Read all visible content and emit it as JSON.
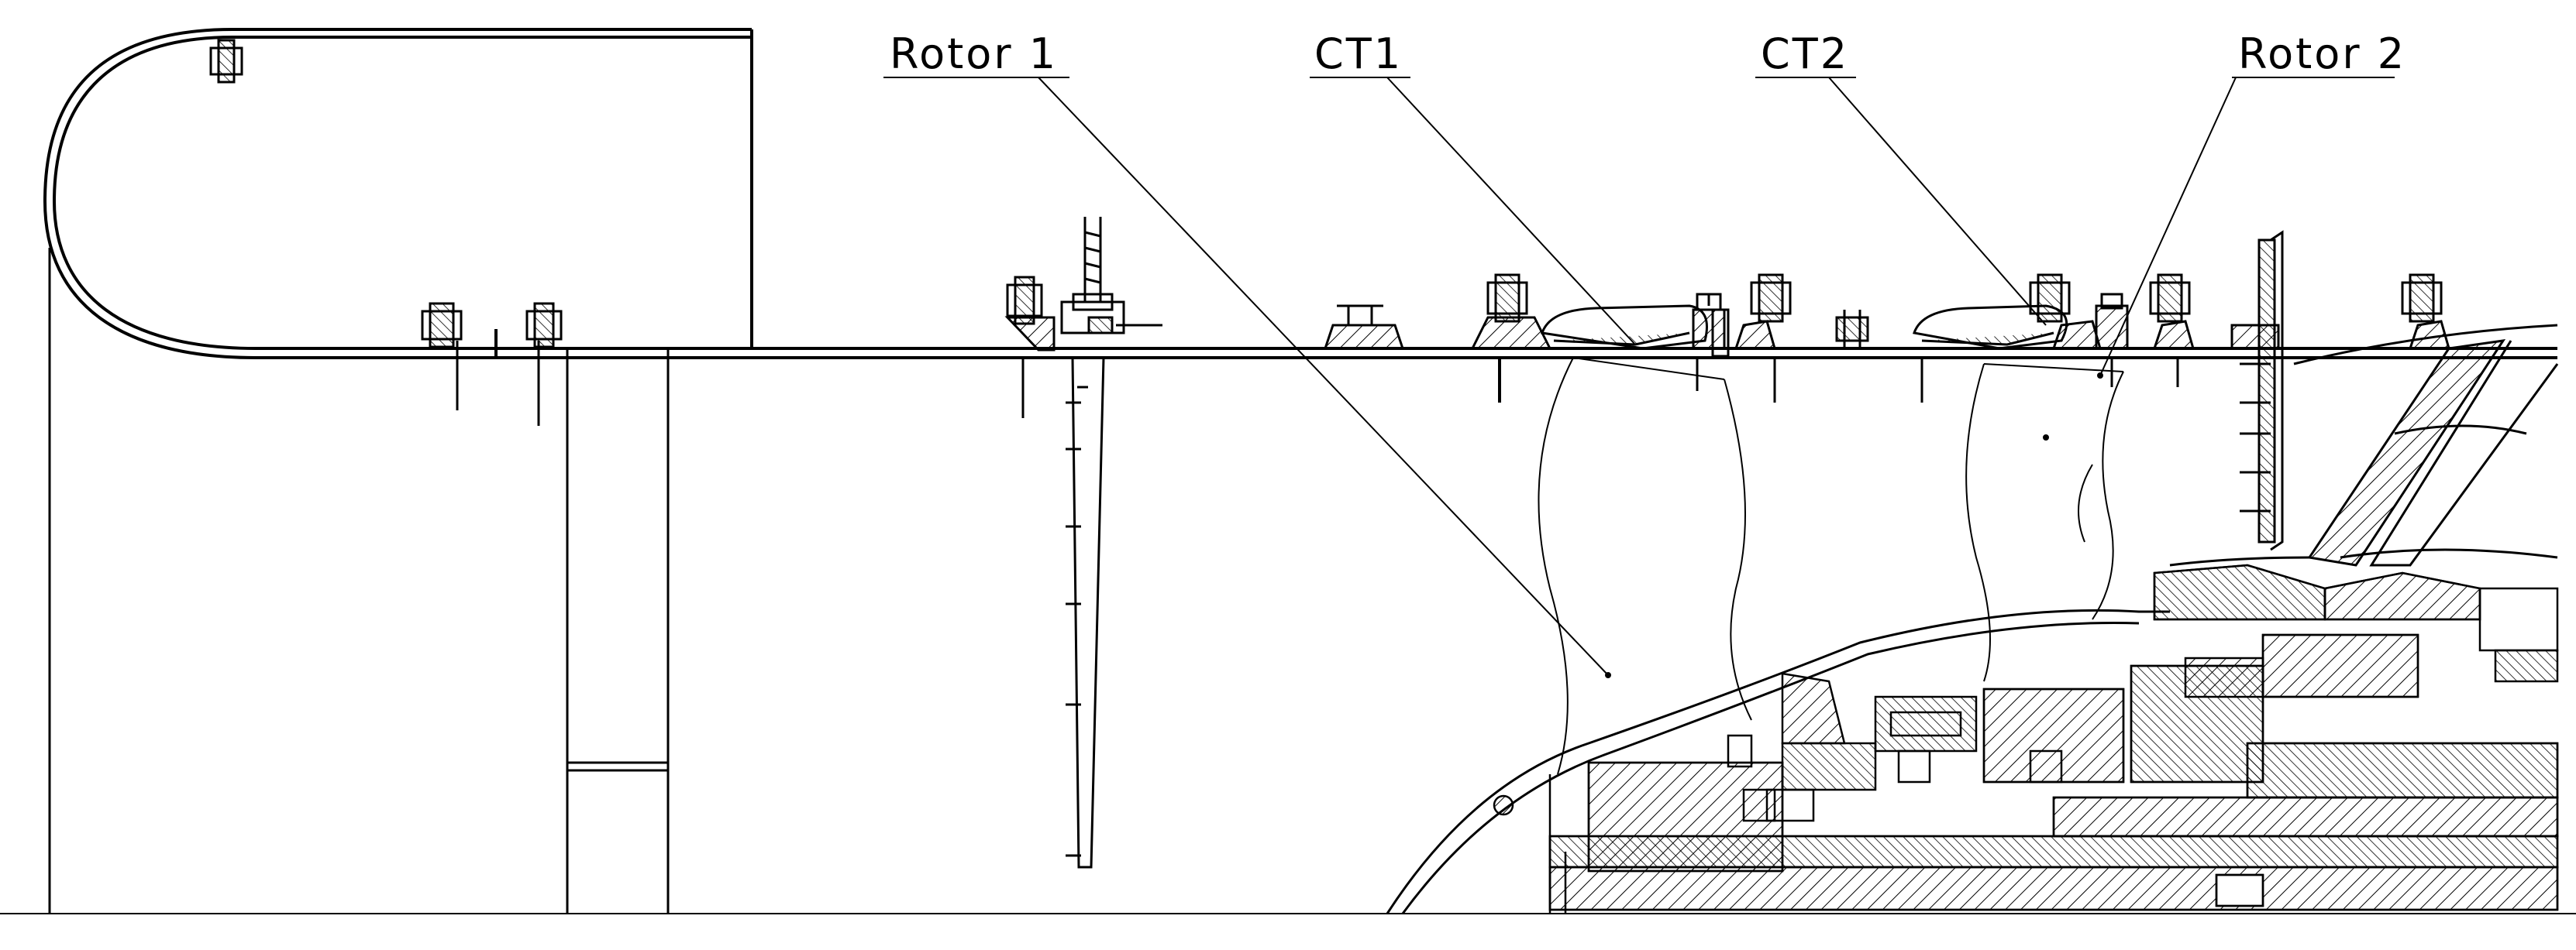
{
  "labels": {
    "rotor1": "Rotor 1",
    "ct1": "CT1",
    "ct2": "CT2",
    "rotor2": "Rotor 2"
  },
  "colors": {
    "ink": "#000000",
    "paper": "#ffffff"
  }
}
